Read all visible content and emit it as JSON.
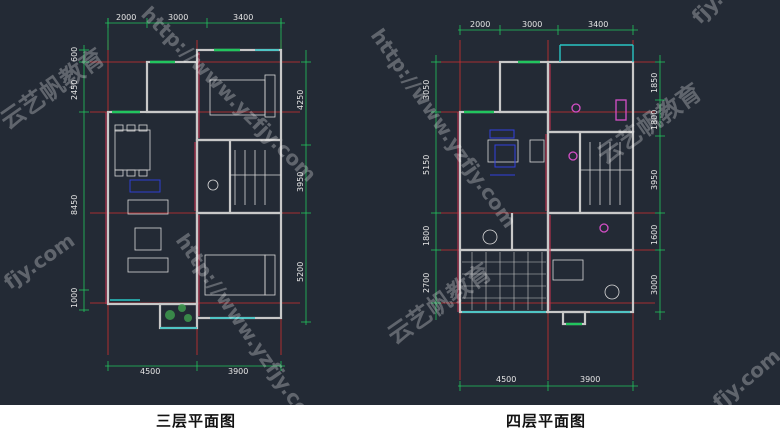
{
  "plans": [
    {
      "id": "third",
      "caption": "三层平面图",
      "dims": {
        "top": [
          "2000",
          "3000",
          "3400"
        ],
        "left": [
          "600",
          "2450",
          "8450",
          "1000"
        ],
        "right": [
          "4250",
          "3950",
          "5200"
        ],
        "bottom": [
          "4500",
          "3900"
        ]
      }
    },
    {
      "id": "fourth",
      "caption": "四层平面图",
      "dims": {
        "top": [
          "2000",
          "3000",
          "3400"
        ],
        "left": [
          "3050",
          "5150",
          "1800",
          "2700"
        ],
        "right": [
          "1850",
          "1800",
          "3950",
          "1600",
          "3000"
        ],
        "bottom": [
          "4500",
          "3900"
        ]
      }
    }
  ],
  "watermark": {
    "url_text": "http://www.yzfjy.com",
    "brand_text": "云艺帆教育",
    "short_text": "fjy.com"
  },
  "colors": {
    "background": "#232a35",
    "wall": "#c8c8c8",
    "wall_accent": "#b0304a",
    "dimension": "#22c55e",
    "axis": "#d03030",
    "window": "#29c4c4",
    "furniture": "#d8d8d8",
    "fixture": "#d54fc7",
    "blue_furniture": "#3040e0",
    "tree": "#3fa04f"
  }
}
